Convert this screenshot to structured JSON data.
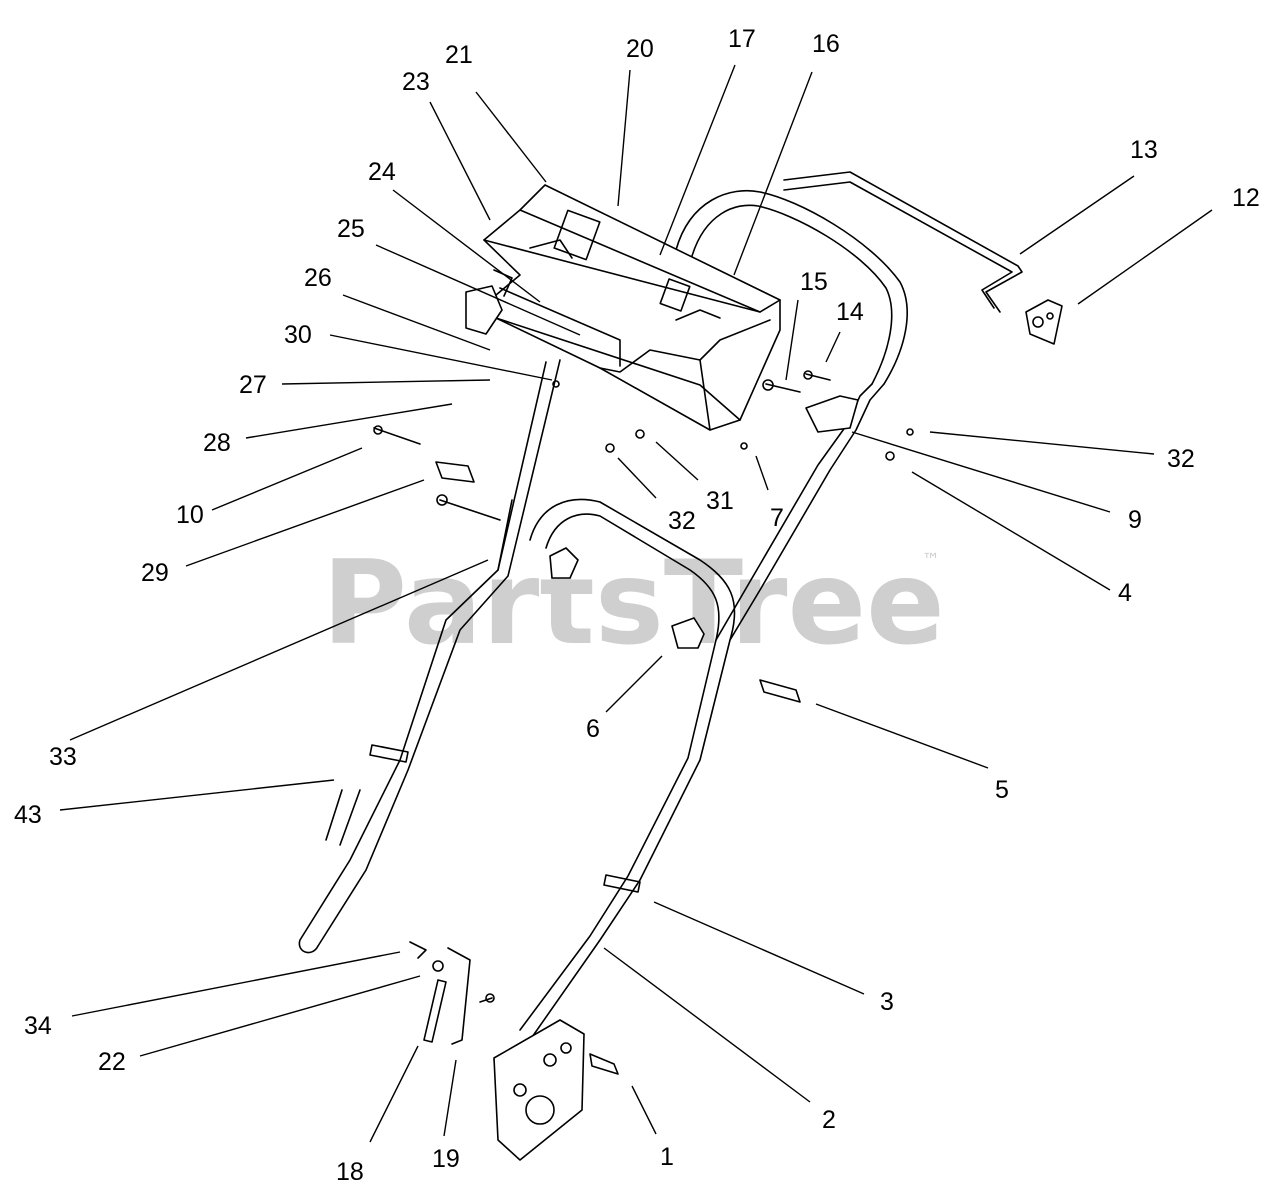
{
  "watermark": {
    "text": "PartsTree",
    "trademark": "™"
  },
  "callouts": [
    {
      "id": "1",
      "label": "1"
    },
    {
      "id": "2",
      "label": "2"
    },
    {
      "id": "3",
      "label": "3"
    },
    {
      "id": "4",
      "label": "4"
    },
    {
      "id": "5",
      "label": "5"
    },
    {
      "id": "6",
      "label": "6"
    },
    {
      "id": "7",
      "label": "7"
    },
    {
      "id": "9",
      "label": "9"
    },
    {
      "id": "10",
      "label": "10"
    },
    {
      "id": "12",
      "label": "12"
    },
    {
      "id": "13",
      "label": "13"
    },
    {
      "id": "14",
      "label": "14"
    },
    {
      "id": "15",
      "label": "15"
    },
    {
      "id": "16",
      "label": "16"
    },
    {
      "id": "17",
      "label": "17"
    },
    {
      "id": "18",
      "label": "18"
    },
    {
      "id": "19",
      "label": "19"
    },
    {
      "id": "20",
      "label": "20"
    },
    {
      "id": "21",
      "label": "21"
    },
    {
      "id": "22",
      "label": "22"
    },
    {
      "id": "23",
      "label": "23"
    },
    {
      "id": "24",
      "label": "24"
    },
    {
      "id": "25",
      "label": "25"
    },
    {
      "id": "26",
      "label": "26"
    },
    {
      "id": "27",
      "label": "27"
    },
    {
      "id": "28",
      "label": "28"
    },
    {
      "id": "29",
      "label": "29"
    },
    {
      "id": "30",
      "label": "30"
    },
    {
      "id": "31",
      "label": "31"
    },
    {
      "id": "32a",
      "label": "32"
    },
    {
      "id": "32b",
      "label": "32"
    },
    {
      "id": "33",
      "label": "33"
    },
    {
      "id": "34",
      "label": "34"
    },
    {
      "id": "43",
      "label": "43"
    }
  ]
}
